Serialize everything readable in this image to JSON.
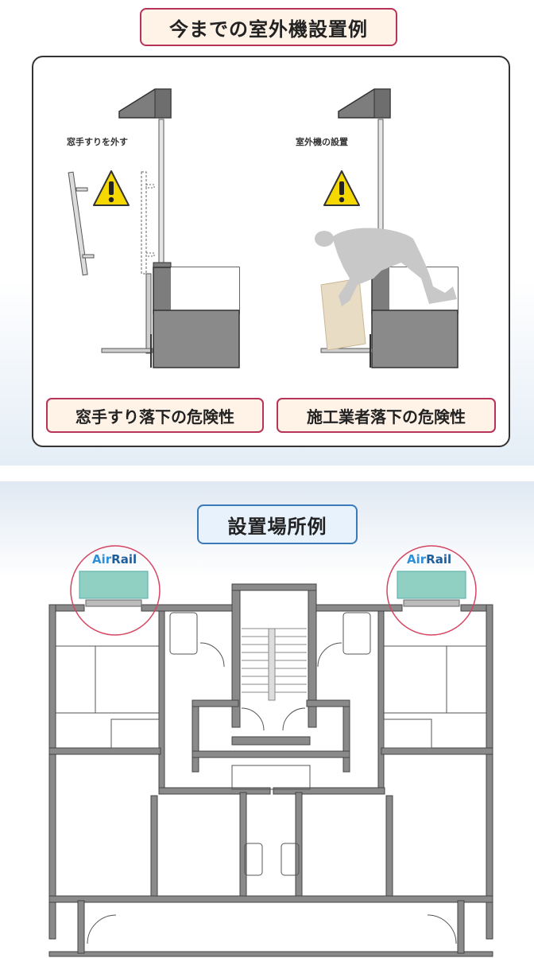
{
  "top_section": {
    "title": "今までの室外機設置例",
    "left_caption": "窓手すりを外す",
    "right_caption": "室外機の設置",
    "left_risk": "窓手すり落下の危険性",
    "right_risk": "施工業者落下の危険性"
  },
  "bottom_section": {
    "title": "設置場所例",
    "brand_left_a": "Air",
    "brand_left_b": "Rail",
    "brand_right_a": "Air",
    "brand_right_b": "Rail"
  },
  "colors": {
    "accent_red": "#b8335a",
    "accent_blue": "#3a7ab8",
    "wall_gray": "#8a8a8a",
    "airrail_green": "#8fd0c2",
    "warning_yellow": "#f5d800"
  },
  "icons": [
    "warning-icon",
    "worker-figure",
    "handrail-figure"
  ]
}
